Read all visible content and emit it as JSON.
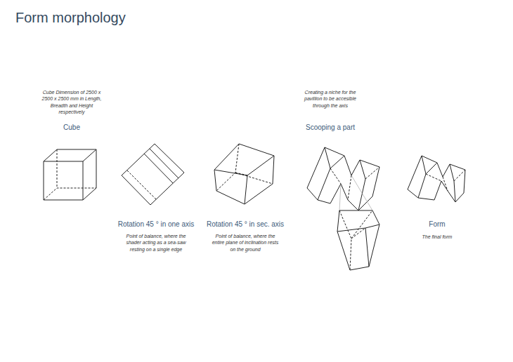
{
  "diagram": {
    "title": "Form morphology",
    "labels": [
      "Cube Dimension of 2500 x 2500 x 2500 mm in Length, Breadth and Height respectively",
      "Cube",
      "Rotation 45 ° in one axis",
      "Point of balance, where the shader acting as a sea-saw resting on a single edge",
      "Rotation 45 ° in sec. axis",
      "Point of balance, where the entire plane of inclination rests on the ground",
      "Creating a niche for the pavillion to be accesible through the axis",
      "Scooping a part",
      "Form",
      "The final form"
    ]
  }
}
